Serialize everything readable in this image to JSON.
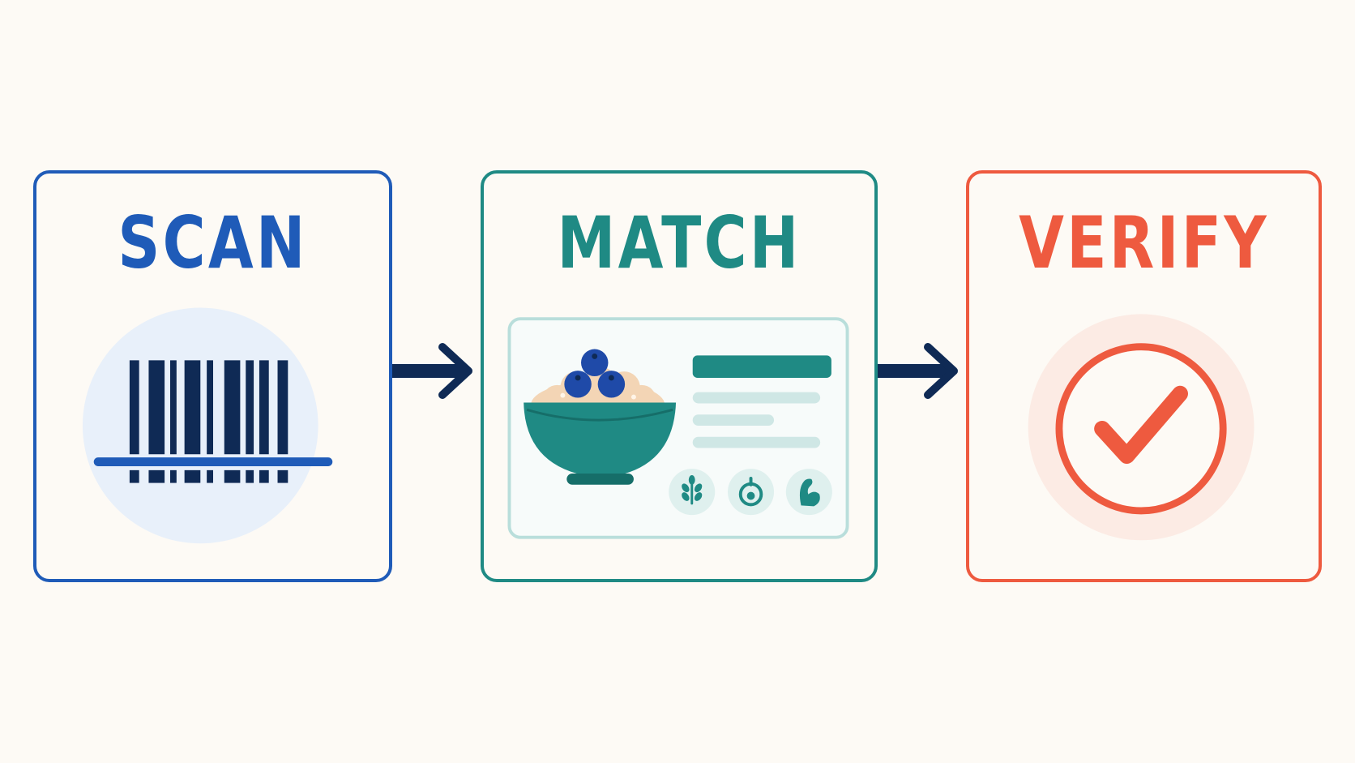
{
  "steps": [
    {
      "label": "SCAN",
      "icon": "barcode-icon",
      "color": "#1f5bb8"
    },
    {
      "label": "MATCH",
      "icon": "nutrition-card-icon",
      "color": "#1f8a84"
    },
    {
      "label": "VERIFY",
      "icon": "checkmark-circle-icon",
      "color": "#ee5a3f"
    }
  ],
  "connectors": [
    "arrow-right-icon",
    "arrow-right-icon"
  ],
  "match_card_badges": [
    "wheat-icon",
    "kettlebell-icon",
    "flexed-bicep-icon"
  ],
  "colors": {
    "background": "#fdfaf5",
    "arrow": "#0f2a55",
    "scan": "#1f5bb8",
    "match": "#1f8a84",
    "verify": "#ee5a3f"
  }
}
